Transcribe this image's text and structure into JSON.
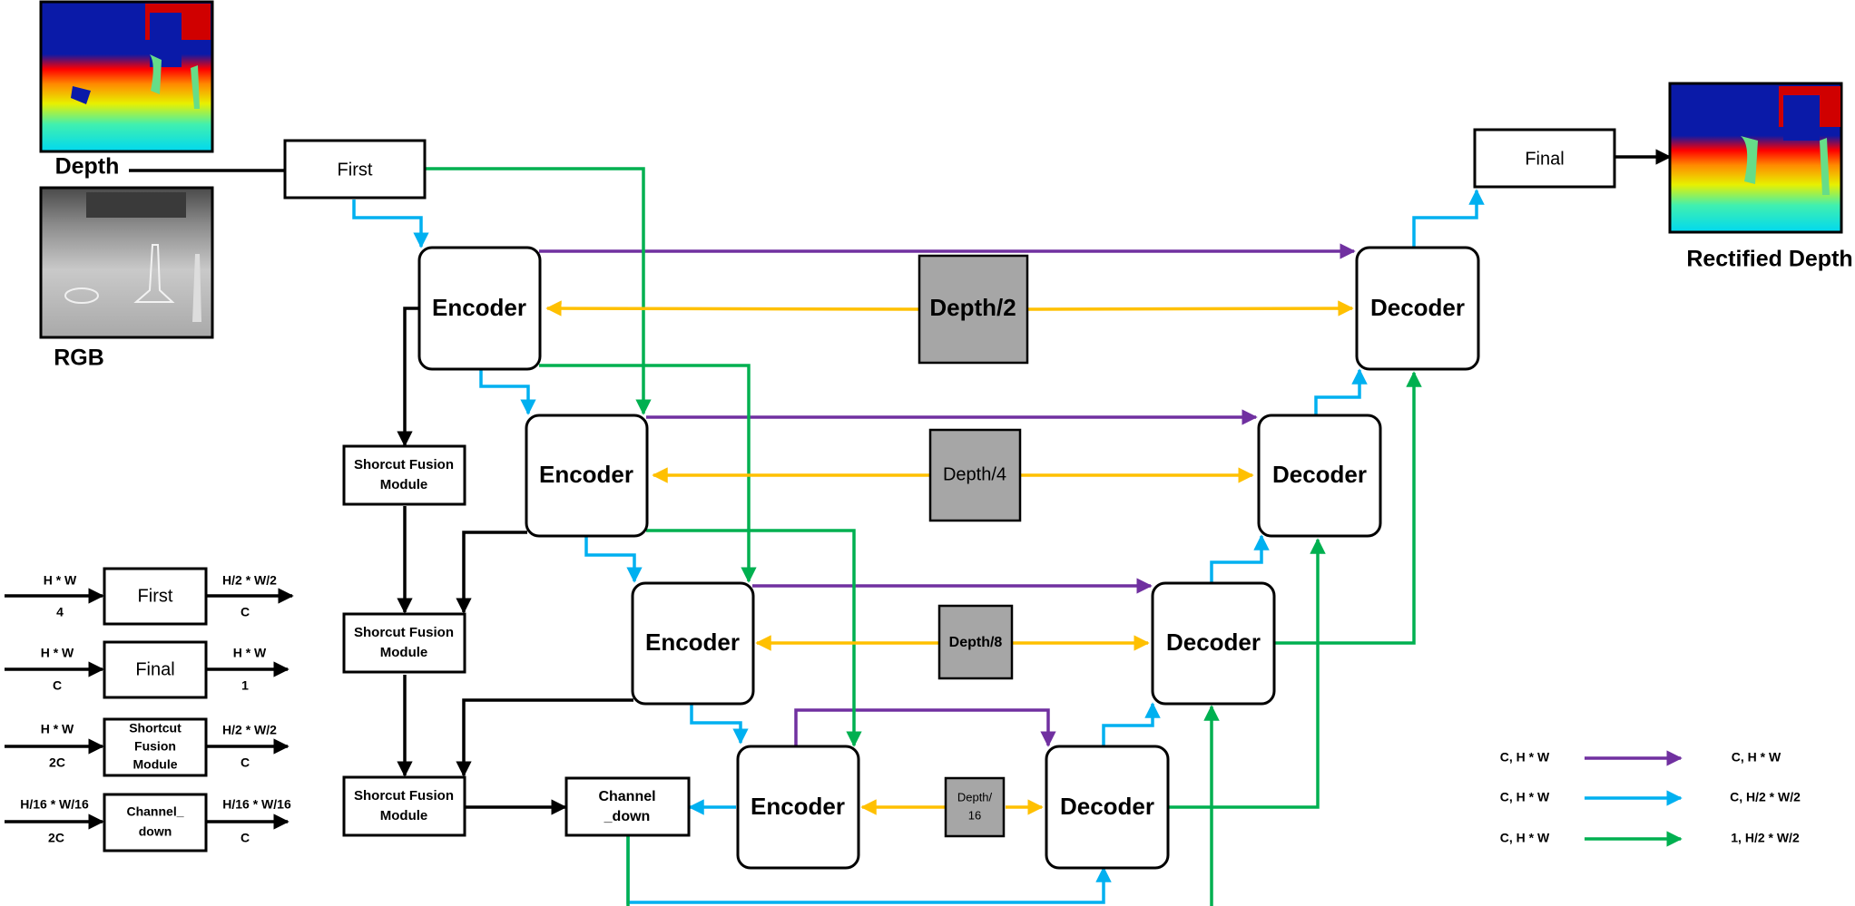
{
  "colors": {
    "purple": "#7030a0",
    "blue": "#00b0f0",
    "green": "#00b050",
    "orange": "#ffc000",
    "black": "#000000",
    "gray_box": "#a6a6a6"
  },
  "inputs": {
    "depth_label": "Depth",
    "rgb_label": "RGB",
    "output_label": "Rectified Depth"
  },
  "blocks": {
    "first": "First",
    "final": "Final",
    "encoder": "Encoder",
    "decoder": "Decoder",
    "channel_down": [
      "Channel",
      "_down"
    ],
    "sfm": [
      "Shorcut Fusion",
      "Module"
    ]
  },
  "depth_boxes": {
    "d2": "Depth/2",
    "d4": "Depth/4",
    "d8": "Depth/8",
    "d16": [
      "Depth/",
      "16"
    ]
  },
  "legend_left": {
    "first": {
      "label": "First",
      "in_top": "H * W",
      "in_bottom": "4",
      "out_top": "H/2 * W/2",
      "out_bottom": "C"
    },
    "final": {
      "label": "Final",
      "in_top": "H * W",
      "in_bottom": "C",
      "out_top": "H * W",
      "out_bottom": "1"
    },
    "sfm": {
      "label": [
        "Shortcut",
        "Fusion",
        "Module"
      ],
      "in_top": "H * W",
      "in_bottom": "2C",
      "out_top": "H/2 * W/2",
      "out_bottom": "C"
    },
    "channel": {
      "label": [
        "Channel_",
        "down"
      ],
      "in_top": "H/16 * W/16",
      "in_bottom": "2C",
      "out_top": "H/16 * W/16",
      "out_bottom": "C"
    }
  },
  "legend_right": [
    {
      "from": "C, H * W",
      "to": "C, H * W",
      "color": "#7030a0",
      "icon": "purple-arrow"
    },
    {
      "from": "C, H * W",
      "to": "C, H/2 * W/2",
      "color": "#00b0f0",
      "icon": "blue-arrow"
    },
    {
      "from": "C, H * W",
      "to": "1, H/2 * W/2",
      "color": "#00b050",
      "icon": "green-arrow"
    }
  ]
}
